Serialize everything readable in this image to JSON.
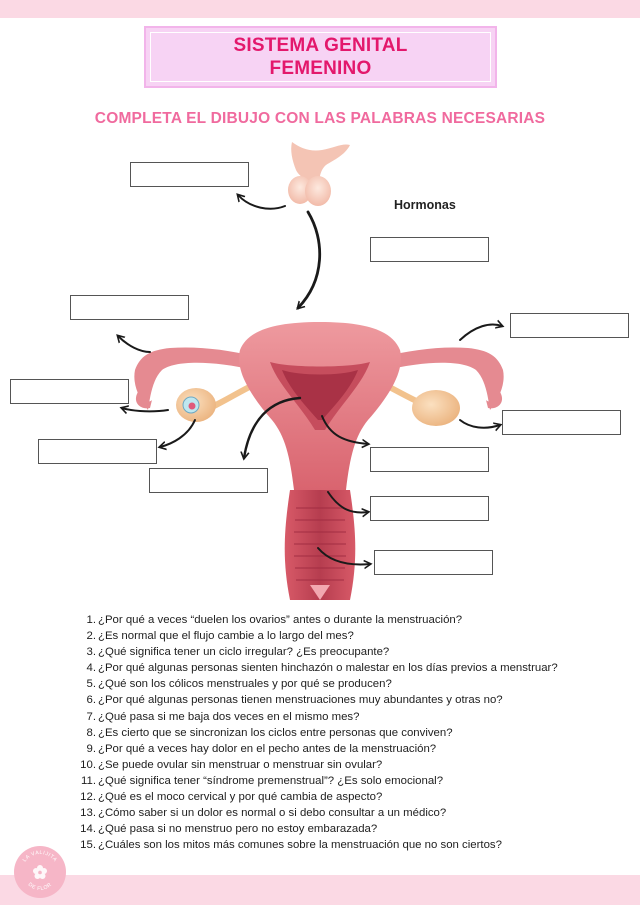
{
  "header": {
    "title_line1": "SISTEMA GENITAL",
    "title_line2": "FEMENINO",
    "subtitle": "COMPLETA EL DIBUJO CON LAS PALABRAS NECESARIAS"
  },
  "diagram": {
    "hormonas_label": "Hormonas",
    "answer_boxes": [
      "",
      "",
      "",
      "",
      "",
      "",
      "",
      "",
      "",
      "",
      ""
    ]
  },
  "questions": [
    {
      "num": "1.",
      "text": "¿Por qué a veces “duelen los ovarios” antes o durante la menstruación?"
    },
    {
      "num": "2.",
      "text": "¿Es normal que el flujo cambie a lo largo del mes?"
    },
    {
      "num": "3.",
      "text": "¿Qué significa tener un ciclo irregular? ¿Es preocupante?"
    },
    {
      "num": "4.",
      "text": "¿Por qué algunas personas sienten hinchazón o malestar en los días previos a menstruar?"
    },
    {
      "num": "5.",
      "text": "¿Qué son los cólicos menstruales y por qué se producen?"
    },
    {
      "num": "6.",
      "text": "¿Por qué algunas personas tienen menstruaciones muy abundantes y otras no?"
    },
    {
      "num": "7.",
      "text": "¿Qué pasa si me baja dos veces en el mismo mes?"
    },
    {
      "num": "8.",
      "text": "¿Es cierto que se sincronizan los ciclos entre personas que conviven?"
    },
    {
      "num": "9.",
      "text": "¿Por qué a veces hay dolor en el pecho antes de la menstruación?"
    },
    {
      "num": "10.",
      "text": "¿Se puede ovular sin menstruar o menstruar sin ovular?"
    },
    {
      "num": "11.",
      "text": "¿Qué significa tener “síndrome premenstrual”? ¿Es solo emocional?"
    },
    {
      "num": "12.",
      "text": "¿Qué es el moco cervical y por qué cambia de aspecto?"
    },
    {
      "num": "13.",
      "text": "¿Cómo saber si un dolor es normal o si debo consultar a un médico?"
    },
    {
      "num": "14.",
      "text": "¿Qué pasa si no menstruo pero no estoy embarazada?"
    },
    {
      "num": "15.",
      "text": "¿Cuáles son los mitos más comunes sobre la menstruación que no son ciertos?"
    }
  ],
  "logo": {
    "text_top": "LA VALIJITA",
    "text_bottom": "DE FLOR"
  },
  "colors": {
    "band": "#fbd9e4",
    "title_bg": "#f7d3f4",
    "title_text": "#e3186c",
    "subtitle": "#f06a9e",
    "uterus": "#e8828a",
    "uterus_dark": "#c9505e",
    "ovary": "#f2c28d"
  }
}
